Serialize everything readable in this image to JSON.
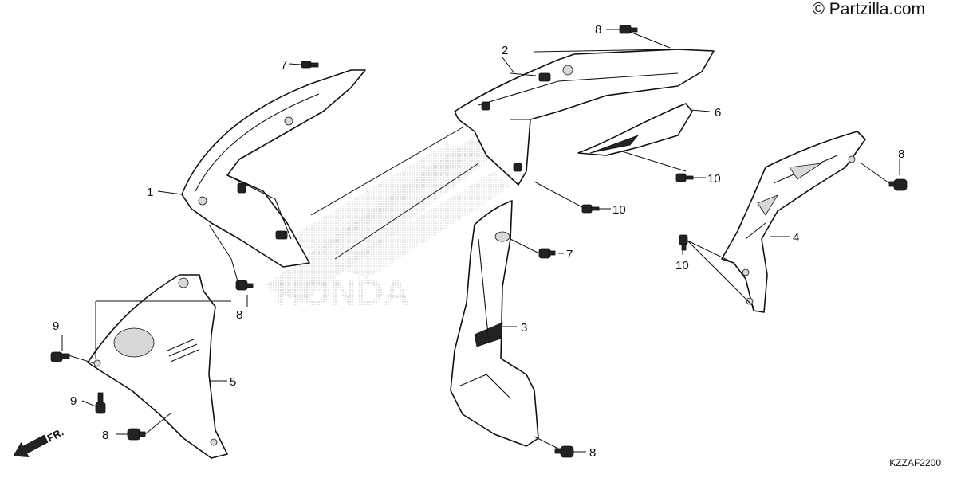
{
  "watermark": "© Partzilla.com",
  "diagram_code": "KZZAF2200",
  "brand_watermark": "HONDA",
  "front_indicator": "FR.",
  "callouts": {
    "c1": "1",
    "c2": "2",
    "c3": "3",
    "c4": "4",
    "c5": "5",
    "c6": "6",
    "c7a": "7",
    "c7b": "7",
    "c8a": "8",
    "c8b": "8",
    "c8c": "8",
    "c8d": "8",
    "c8e": "8",
    "c9a": "9",
    "c9b": "9",
    "c10a": "10",
    "c10b": "10",
    "c10c": "10"
  }
}
